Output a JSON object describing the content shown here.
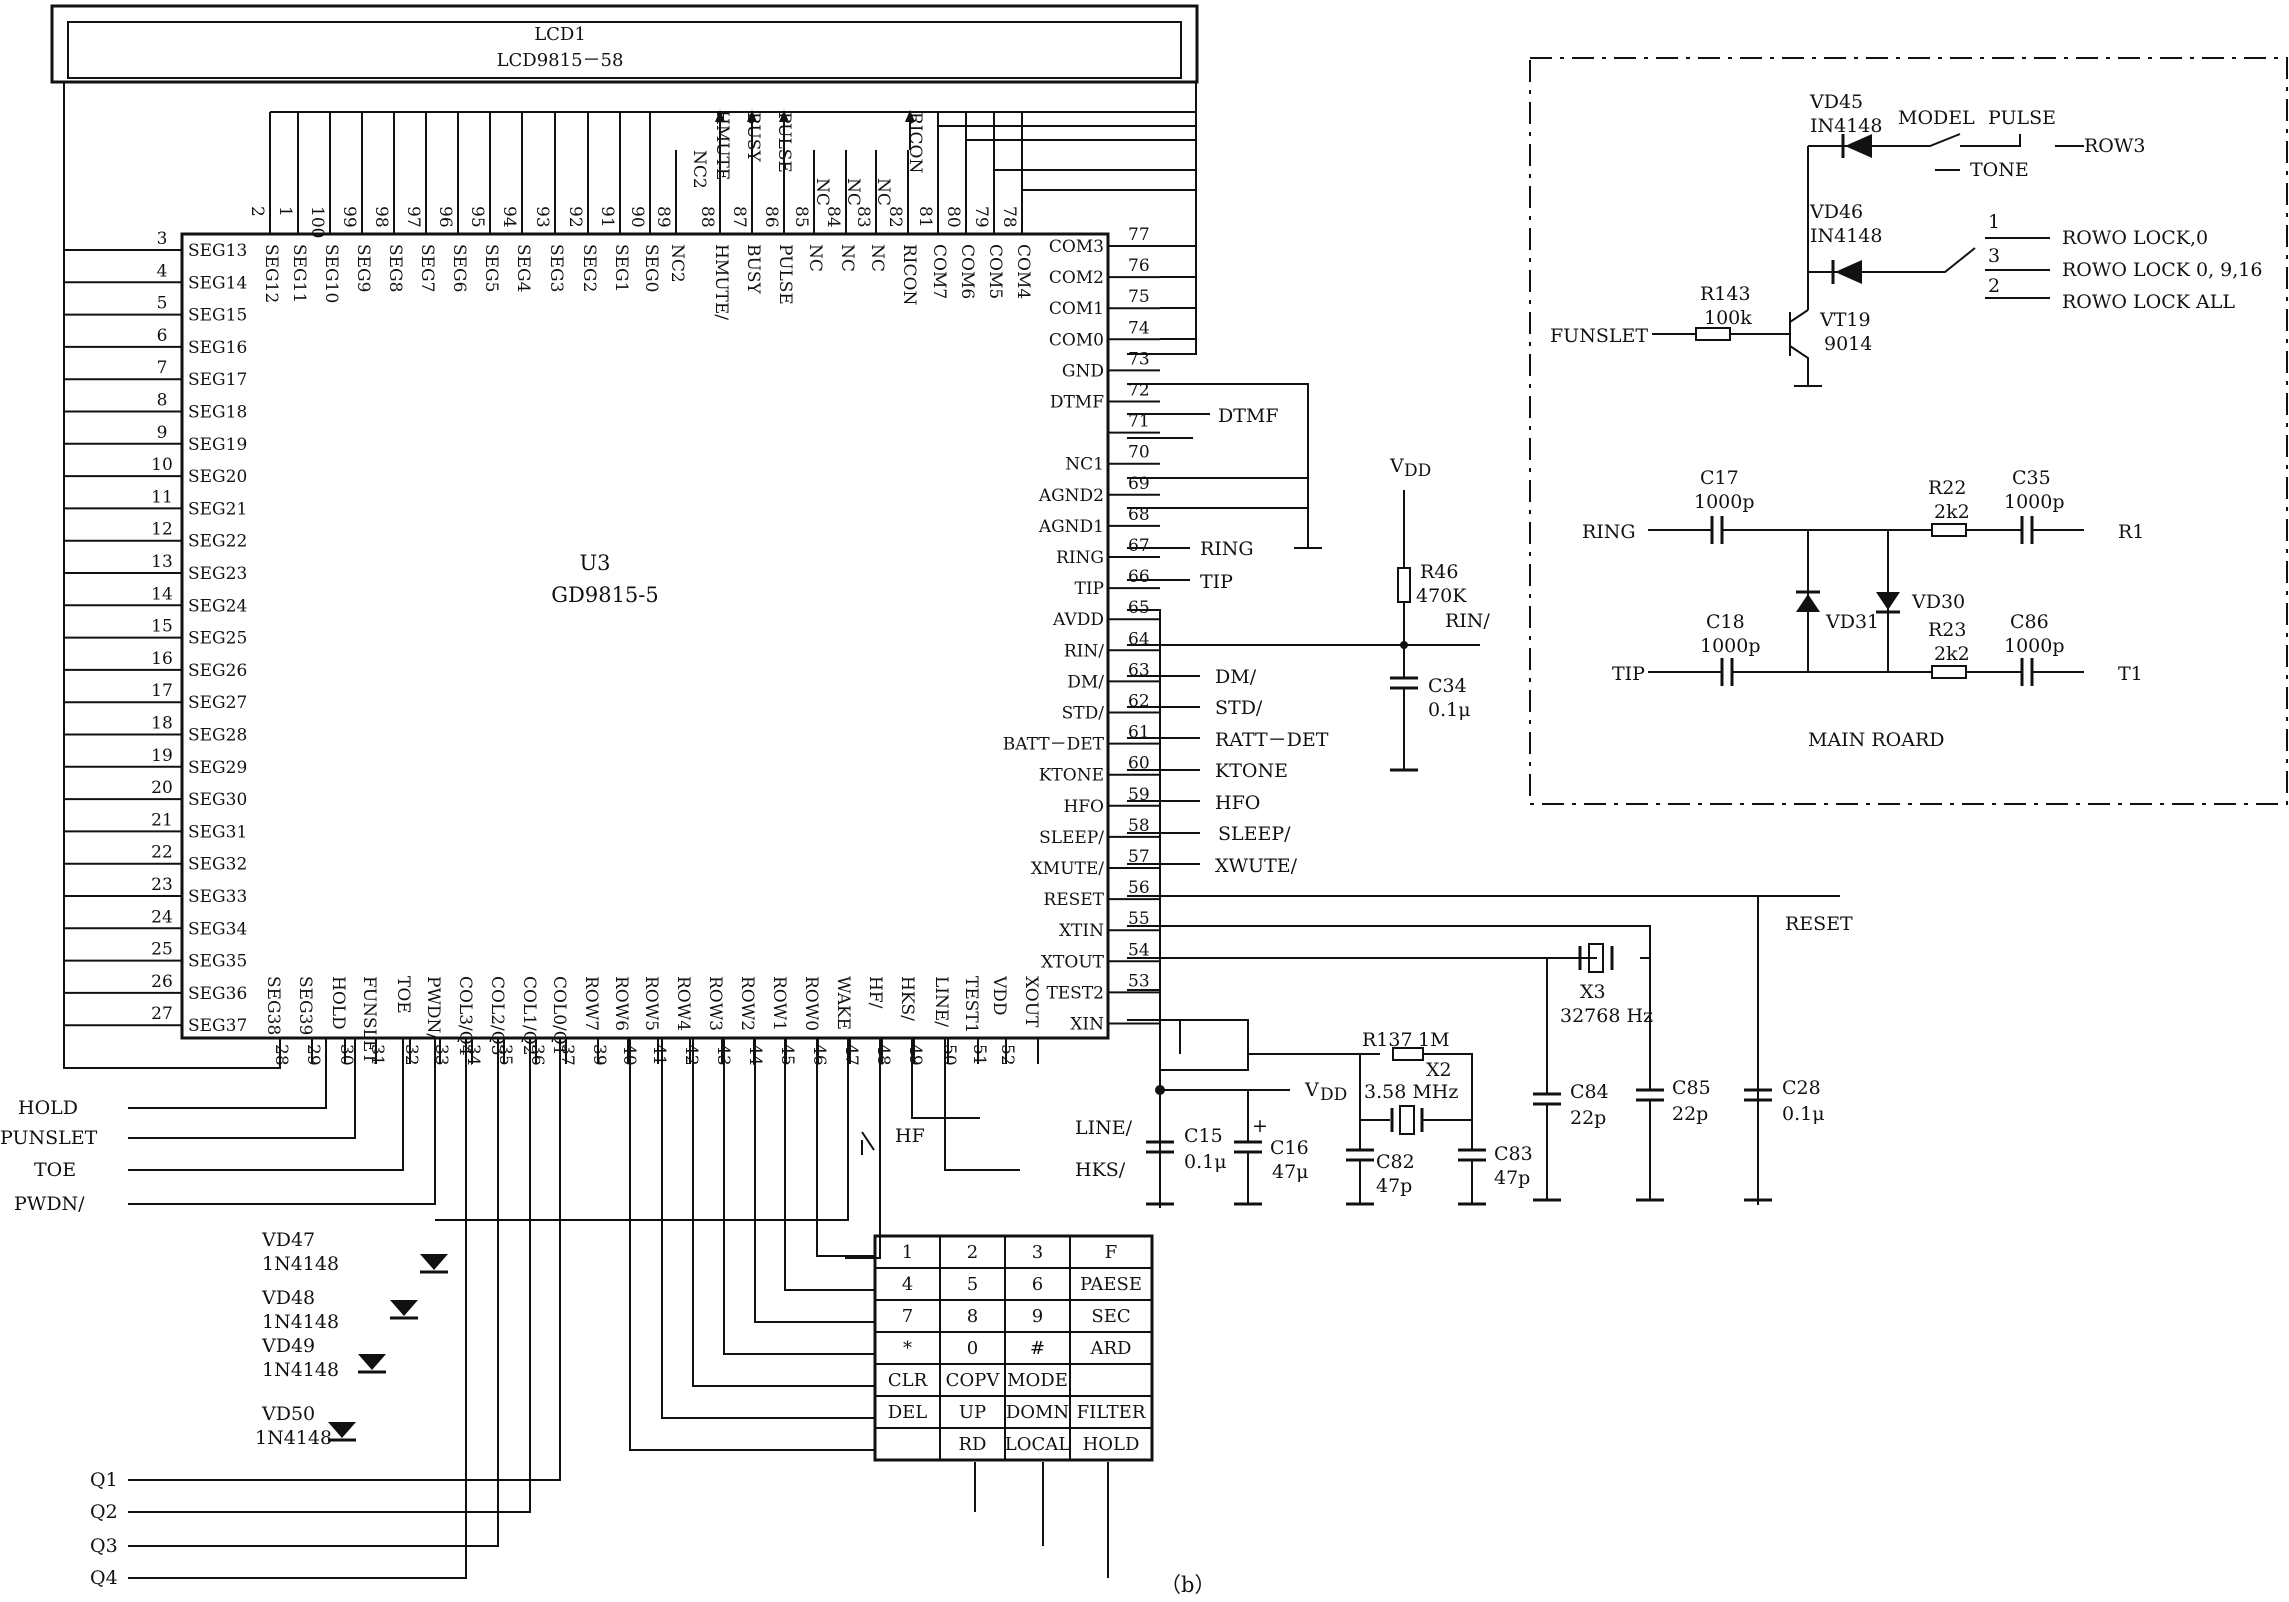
{
  "lcd": {
    "ref": "LCD1",
    "part": "LCD9815－58"
  },
  "chip": {
    "ref": "U3",
    "part": "GD9815-5"
  },
  "left_pins": [
    {
      "num": "3",
      "name": "SEG13"
    },
    {
      "num": "4",
      "name": "SEG14"
    },
    {
      "num": "5",
      "name": "SEG15"
    },
    {
      "num": "6",
      "name": "SEG16"
    },
    {
      "num": "7",
      "name": "SEG17"
    },
    {
      "num": "8",
      "name": "SEG18"
    },
    {
      "num": "9",
      "name": "SEG19"
    },
    {
      "num": "10",
      "name": "SEG20"
    },
    {
      "num": "11",
      "name": "SEG21"
    },
    {
      "num": "12",
      "name": "SEG22"
    },
    {
      "num": "13",
      "name": "SEG23"
    },
    {
      "num": "14",
      "name": "SEG24"
    },
    {
      "num": "15",
      "name": "SEG25"
    },
    {
      "num": "16",
      "name": "SEG26"
    },
    {
      "num": "17",
      "name": "SEG27"
    },
    {
      "num": "18",
      "name": "SEG28"
    },
    {
      "num": "19",
      "name": "SEG29"
    },
    {
      "num": "20",
      "name": "SEG30"
    },
    {
      "num": "21",
      "name": "SEG31"
    },
    {
      "num": "22",
      "name": "SEG32"
    },
    {
      "num": "23",
      "name": "SEG33"
    },
    {
      "num": "24",
      "name": "SEG34"
    },
    {
      "num": "25",
      "name": "SEG35"
    },
    {
      "num": "26",
      "name": "SEG36"
    },
    {
      "num": "27",
      "name": "SEG37"
    }
  ],
  "top_pins": [
    {
      "num": "2",
      "name": "SEG12"
    },
    {
      "num": "1",
      "name": "SEG11"
    },
    {
      "num": "100",
      "name": "SEG10"
    },
    {
      "num": "99",
      "name": "SEG9"
    },
    {
      "num": "98",
      "name": "SEG8"
    },
    {
      "num": "97",
      "name": "SEG7"
    },
    {
      "num": "96",
      "name": "SEG6"
    },
    {
      "num": "95",
      "name": "SEG5"
    },
    {
      "num": "94",
      "name": "SEG4"
    },
    {
      "num": "93",
      "name": "SEG3"
    },
    {
      "num": "92",
      "name": "SEG2"
    },
    {
      "num": "91",
      "name": "SEG1"
    },
    {
      "num": "90",
      "name": "SEG0"
    },
    {
      "num": "89",
      "name": "NC2"
    },
    {
      "num": "88",
      "name": "HMUTE/"
    },
    {
      "num": "87",
      "name": "BUSY"
    },
    {
      "num": "86",
      "name": "PULSE"
    },
    {
      "num": "85",
      "name": "NC"
    },
    {
      "num": "84",
      "name": "NC"
    },
    {
      "num": "83",
      "name": "NC"
    },
    {
      "num": "82",
      "name": "RICON"
    },
    {
      "num": "81",
      "name": "COM7"
    },
    {
      "num": "80",
      "name": "COM6"
    },
    {
      "num": "79",
      "name": "COM5"
    },
    {
      "num": "78",
      "name": "COM4"
    }
  ],
  "top_ext": [
    "NC2",
    "HMUTE",
    "BUSY",
    "PULSE",
    "NC",
    "NC",
    "NC",
    "RICON"
  ],
  "right_pins": [
    {
      "num": "77",
      "name": "COM3"
    },
    {
      "num": "76",
      "name": "COM2"
    },
    {
      "num": "75",
      "name": "COM1"
    },
    {
      "num": "74",
      "name": "COM0"
    },
    {
      "num": "73",
      "name": "GND"
    },
    {
      "num": "72",
      "name": "DTMF"
    },
    {
      "num": "71",
      "name": ""
    },
    {
      "num": "70",
      "name": "NC1"
    },
    {
      "num": "69",
      "name": "AGND2"
    },
    {
      "num": "68",
      "name": "AGND1"
    },
    {
      "num": "67",
      "name": "RING"
    },
    {
      "num": "66",
      "name": "TIP"
    },
    {
      "num": "65",
      "name": "AVDD"
    },
    {
      "num": "64",
      "name": "RIN/"
    },
    {
      "num": "63",
      "name": "DM/"
    },
    {
      "num": "62",
      "name": "STD/"
    },
    {
      "num": "61",
      "name": "BATT－DET"
    },
    {
      "num": "60",
      "name": "KTONE"
    },
    {
      "num": "59",
      "name": "HFO"
    },
    {
      "num": "58",
      "name": "SLEEP/"
    },
    {
      "num": "57",
      "name": "XMUTE/"
    },
    {
      "num": "56",
      "name": "RESET"
    },
    {
      "num": "55",
      "name": "XTIN"
    },
    {
      "num": "54",
      "name": "XTOUT"
    },
    {
      "num": "53",
      "name": "TEST2"
    },
    {
      "num": "",
      "name": "XIN"
    }
  ],
  "right_ext": {
    "dtmf": "DTMF",
    "ring": "RING",
    "tip": "TIP",
    "dm": "DM/",
    "std": "STD/",
    "batt": "RATT－DET",
    "ktone": "KTONE",
    "hfo": "HFO",
    "sleep": "SLEEP/",
    "xmute": "XWUTE/",
    "rin": "RIN/",
    "reset": "RESET"
  },
  "bottom_pins": [
    {
      "num": "28",
      "name": "SEG38"
    },
    {
      "num": "29",
      "name": "SEG39"
    },
    {
      "num": "30",
      "name": "HOLD"
    },
    {
      "num": "31",
      "name": "FUNSLET"
    },
    {
      "num": "32",
      "name": "TOE"
    },
    {
      "num": "33",
      "name": "PWDN/"
    },
    {
      "num": "34",
      "name": "COL3/Q4"
    },
    {
      "num": "35",
      "name": "COL2/Q3"
    },
    {
      "num": "36",
      "name": "COL1/Q2"
    },
    {
      "num": "37",
      "name": "COL0/Q1"
    },
    {
      "num": "39",
      "name": "ROW7"
    },
    {
      "num": "40",
      "name": "ROW6"
    },
    {
      "num": "41",
      "name": "ROW5"
    },
    {
      "num": "42",
      "name": "ROW4"
    },
    {
      "num": "43",
      "name": "ROW3"
    },
    {
      "num": "44",
      "name": "ROW2"
    },
    {
      "num": "45",
      "name": "ROW1"
    },
    {
      "num": "46",
      "name": "ROW0"
    },
    {
      "num": "47",
      "name": "WAKE"
    },
    {
      "num": "48",
      "name": "HF/"
    },
    {
      "num": "49",
      "name": "HKS/"
    },
    {
      "num": "50",
      "name": "LINE/"
    },
    {
      "num": "51",
      "name": "TEST1"
    },
    {
      "num": "52",
      "name": "VDD"
    },
    {
      "num": "",
      "name": "XOUT"
    }
  ],
  "left_ext": [
    "HOLD",
    "PUNSLET",
    "TOE",
    "PWDN/"
  ],
  "q_labels": [
    "Q1",
    "Q2",
    "Q3",
    "Q4"
  ],
  "diodes_left": [
    {
      "ref": "VD47",
      "part": "1N4148"
    },
    {
      "ref": "VD48",
      "part": "1N4148"
    },
    {
      "ref": "VD49",
      "part": "1N4148"
    },
    {
      "ref": "VD50",
      "part": "1N4148"
    }
  ],
  "hf_switch": "HF",
  "line_hks": {
    "line": "LINE/",
    "hks": "HKS/"
  },
  "vdd": "V",
  "vdd_sub": "DD",
  "components": {
    "c15": {
      "ref": "C15",
      "val": "0.1μ"
    },
    "c16": {
      "ref": "C16",
      "val": "47μ"
    },
    "r137": {
      "ref": "R137",
      "val": "1M"
    },
    "x2": {
      "ref": "X2",
      "val": "3.58 MHz"
    },
    "c82": {
      "ref": "C82",
      "val": "47p"
    },
    "c83": {
      "ref": "C83",
      "val": "47p"
    },
    "x3": {
      "ref": "X3",
      "val": "32768 Hz"
    },
    "c84": {
      "ref": "C84",
      "val": "22p"
    },
    "c85": {
      "ref": "C85",
      "val": "22p"
    },
    "c28": {
      "ref": "C28",
      "val": "0.1μ"
    },
    "r46": {
      "ref": "R46",
      "val": "470K"
    },
    "c34": {
      "ref": "C34",
      "val": "0.1μ"
    }
  },
  "keypad": [
    [
      "1",
      "2",
      "3",
      "F"
    ],
    [
      "4",
      "5",
      "6",
      "PAESE"
    ],
    [
      "7",
      "8",
      "9",
      "SEC"
    ],
    [
      "*",
      "0",
      "#",
      "ARD"
    ],
    [
      "CLR",
      "COPV",
      "MODE",
      ""
    ],
    [
      "DEL",
      "UP",
      "DOMN",
      "FILTER"
    ],
    [
      "",
      "RD",
      "LOCAL",
      "HOLD"
    ]
  ],
  "inset": {
    "vd45": {
      "ref": "VD45",
      "part": "IN4148"
    },
    "vd46": {
      "ref": "VD46",
      "part": "IN4148"
    },
    "model": "MODEL",
    "pulse": "PULSE",
    "tone": "TONE",
    "row3": "ROW3",
    "sw": [
      "1",
      "3",
      "2"
    ],
    "rowo": [
      "ROWO LOCK,0",
      "ROWO LOCK 0, 9,16",
      "ROWO LOCK ALL"
    ],
    "r143": {
      "ref": "R143",
      "val": "100k"
    },
    "vt19": {
      "ref": "VT19",
      "val": "9014"
    },
    "funslet": "FUNSLET",
    "c17": {
      "ref": "C17",
      "val": "1000p"
    },
    "r22": {
      "ref": "R22",
      "val": "2k2"
    },
    "c35": {
      "ref": "C35",
      "val": "1000p"
    },
    "c18": {
      "ref": "C18",
      "val": "1000p"
    },
    "r23": {
      "ref": "R23",
      "val": "2k2"
    },
    "c86": {
      "ref": "C86",
      "val": "1000p"
    },
    "vd30": "VD30",
    "vd31": "VD31",
    "ring": "RING",
    "tip": "TIP",
    "r1": "R1",
    "t1": "T1",
    "title": "MAIN ROARD"
  },
  "caption": "（b）"
}
